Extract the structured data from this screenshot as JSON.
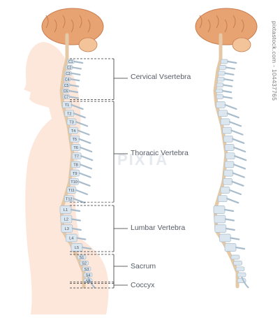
{
  "regions": {
    "cervical": "Cervical Vsertebra",
    "thoracic": "Thoracic Vertebra",
    "lumbar": "Lumbar Vertebra",
    "sacrum": "Sacrum",
    "coccyx": "Coccyx"
  },
  "vertebra_labels": [
    "C1",
    "C2",
    "C3",
    "C4",
    "C5",
    "C6",
    "C7",
    "T1",
    "T2",
    "T3",
    "T4",
    "T5",
    "T6",
    "T7",
    "T8",
    "T9",
    "T10",
    "T11",
    "T12",
    "L1",
    "L2",
    "L3",
    "L4",
    "L5",
    "S1",
    "S2",
    "S3",
    "S4",
    "S5"
  ],
  "watermark": "PIXTA",
  "side_id": "pixtastock.com - 104437765",
  "colors": {
    "skin": "#fde7da",
    "brain": "#e8a373",
    "brain_dark": "#c97c4f",
    "bone": "#dbe6ef",
    "bone_stroke": "#a9bccb",
    "disc": "#f3f7fa",
    "cord": "#e5c9a6",
    "bracket": "#333333"
  }
}
